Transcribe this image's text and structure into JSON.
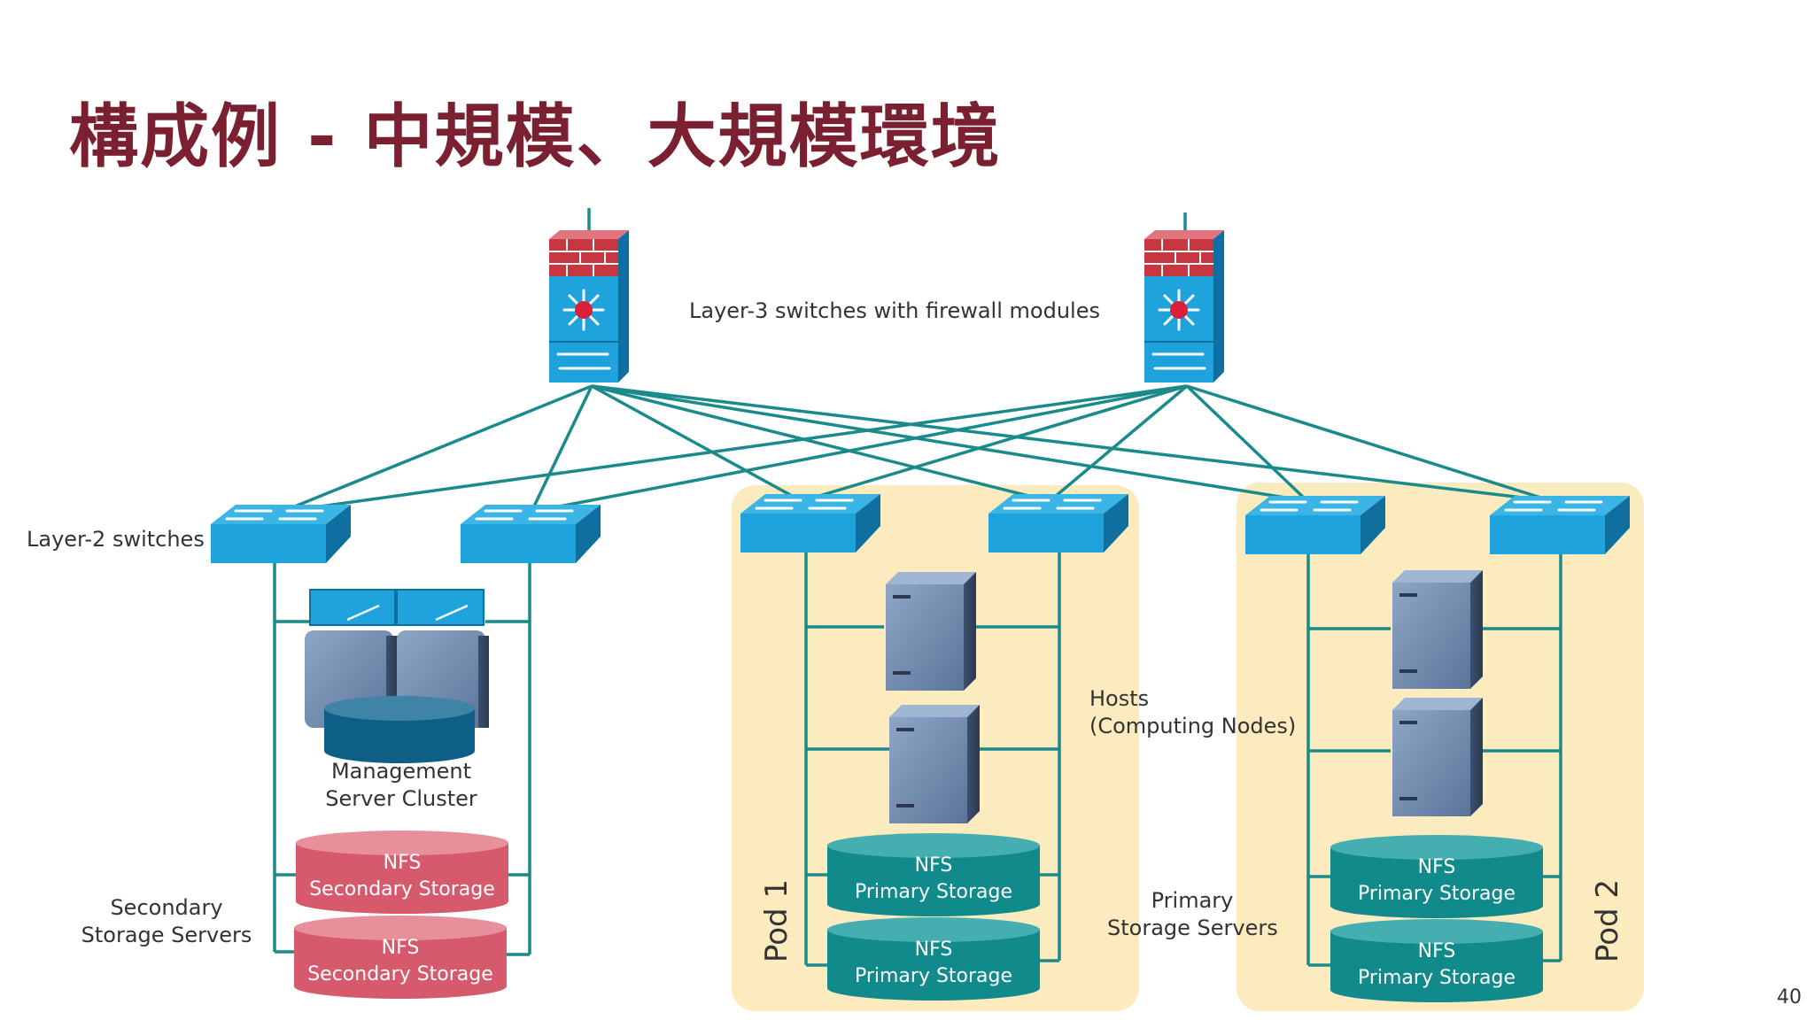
{
  "title": "構成例 - 中規模、大規模環境",
  "labels": {
    "layer3": "Layer-3 switches with firewall modules",
    "layer2": "Layer-2 switches",
    "mgmt_line1": "Management",
    "mgmt_line2": "Server Cluster",
    "hosts_line1": "Hosts",
    "hosts_line2": "(Computing Nodes)",
    "secondary_line1": "Secondary",
    "secondary_line2": "Storage Servers",
    "primary_line1": "Primary",
    "primary_line2": "Storage Servers",
    "pod1": "Pod 1",
    "pod2": "Pod 2"
  },
  "storage": {
    "secondary_line1": "NFS",
    "secondary_line2": "Secondary Storage",
    "primary_line1": "NFS",
    "primary_line2": "Primary Storage"
  },
  "page_number": "40",
  "colors": {
    "title": "#7a2030",
    "link": "#1a8a8a",
    "switch": "#1ea3dc",
    "pod_bg": "#fdebc0",
    "secondary_storage": "#d65a6c",
    "primary_storage": "#118a8c",
    "server": "#6e88ad",
    "firewall": "#c8363f"
  },
  "icons": {
    "layer3_switch": "layer3-switch-firewall-icon",
    "layer2_switch": "layer2-switch-icon",
    "server": "server-icon",
    "storage": "storage-cylinder-icon"
  }
}
